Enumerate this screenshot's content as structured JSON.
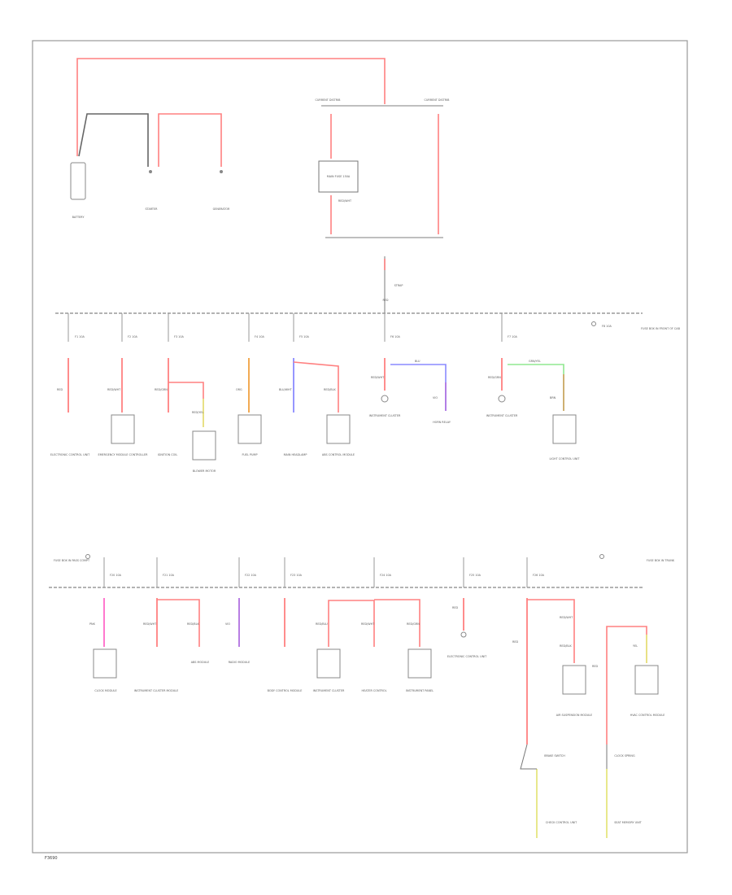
{
  "footer_code": "F3690",
  "colors": {
    "frame": "#999999",
    "bus": "#9a9a9a",
    "red": "#ff8080",
    "pink": "#ff69c8",
    "gray": "#666666",
    "blue": "#8a8aff",
    "violet": "#b070e0",
    "orange": "#f0a040",
    "yellow": "#e6e680",
    "green": "#90e890",
    "tan": "#d2a060"
  },
  "top": {
    "battery": "BATTERY",
    "starter": "STARTER",
    "generator": "GENERATOR",
    "fuse_block_left": "CURRENT DISTRIB",
    "fuse_block_right": "CURRENT DISTRIB",
    "main_fuse": "MAIN FUSE 150A",
    "main_fuse_wire": "RED/WHT",
    "feed_label": "STRAP",
    "feed_wire": "RED"
  },
  "bus_upper": {
    "right_label": "FUSE BOX IN FRONT OF CAB",
    "fuses": [
      "F1 10A",
      "F2 10A",
      "F3 10A",
      "F4 10A",
      "F5 10A",
      "F6 10A",
      "F7 10A",
      "F8 10A"
    ],
    "wires": [
      "RED",
      "RED/WHT",
      "RED/GRN",
      "RED/YEL",
      "ORG",
      "BLU/WHT",
      "RED/BLK",
      "RED/WHT",
      "BLU",
      "VIO",
      "RED/GRN",
      "GRN/YEL",
      "BRN"
    ],
    "components": [
      "ELECTRONIC CONTROL UNIT",
      "EMERGENCY MODULE CONTROLLER",
      "IGNITION COIL",
      "BLOWER MOTOR",
      "FUEL PUMP",
      "MAIN HEADLAMP",
      "ABS CONTROL MODULE",
      "INSTRUMENT CLUSTER",
      "HORN RELAY",
      "INSTRUMENT CLUSTER",
      "LIGHT CONTROL UNIT"
    ]
  },
  "bus_lower": {
    "left_label": "FUSE BOX IN PASS COMPT",
    "right_label": "FUSE BOX IN TRUNK",
    "fuses": [
      "F20 10A",
      "F21 10A",
      "F22 10A",
      "F23 10A",
      "F24 10A",
      "F25 10A",
      "F26 10A"
    ],
    "wires": [
      "PNK",
      "RED/WHT",
      "RED/BLK",
      "VIO",
      "RED/BLU",
      "RED/WHT",
      "RED/GRN",
      "RED",
      "RED",
      "RED/WHT",
      "RED/BLK",
      "RED",
      "YEL"
    ],
    "components": [
      "CLOCK MODULE",
      "INSTRUMENT CLUSTER MODULE",
      "ABS MODULE",
      "RADIO MODULE",
      "BODY CONTROL MODULE",
      "INSTRUMENT CLUSTER",
      "HEATER CONTROL",
      "INSTRUMENT PANEL",
      "ELECTRONIC CONTROL UNIT",
      "AIR SUSPENSION MODULE",
      "BRAKE SWITCH",
      "HVAC CONTROL MODULE",
      "CLOCK SPRING"
    ],
    "bottom_left": "CHECK CONTROL UNIT",
    "bottom_right": "SEAT MEMORY UNIT"
  }
}
